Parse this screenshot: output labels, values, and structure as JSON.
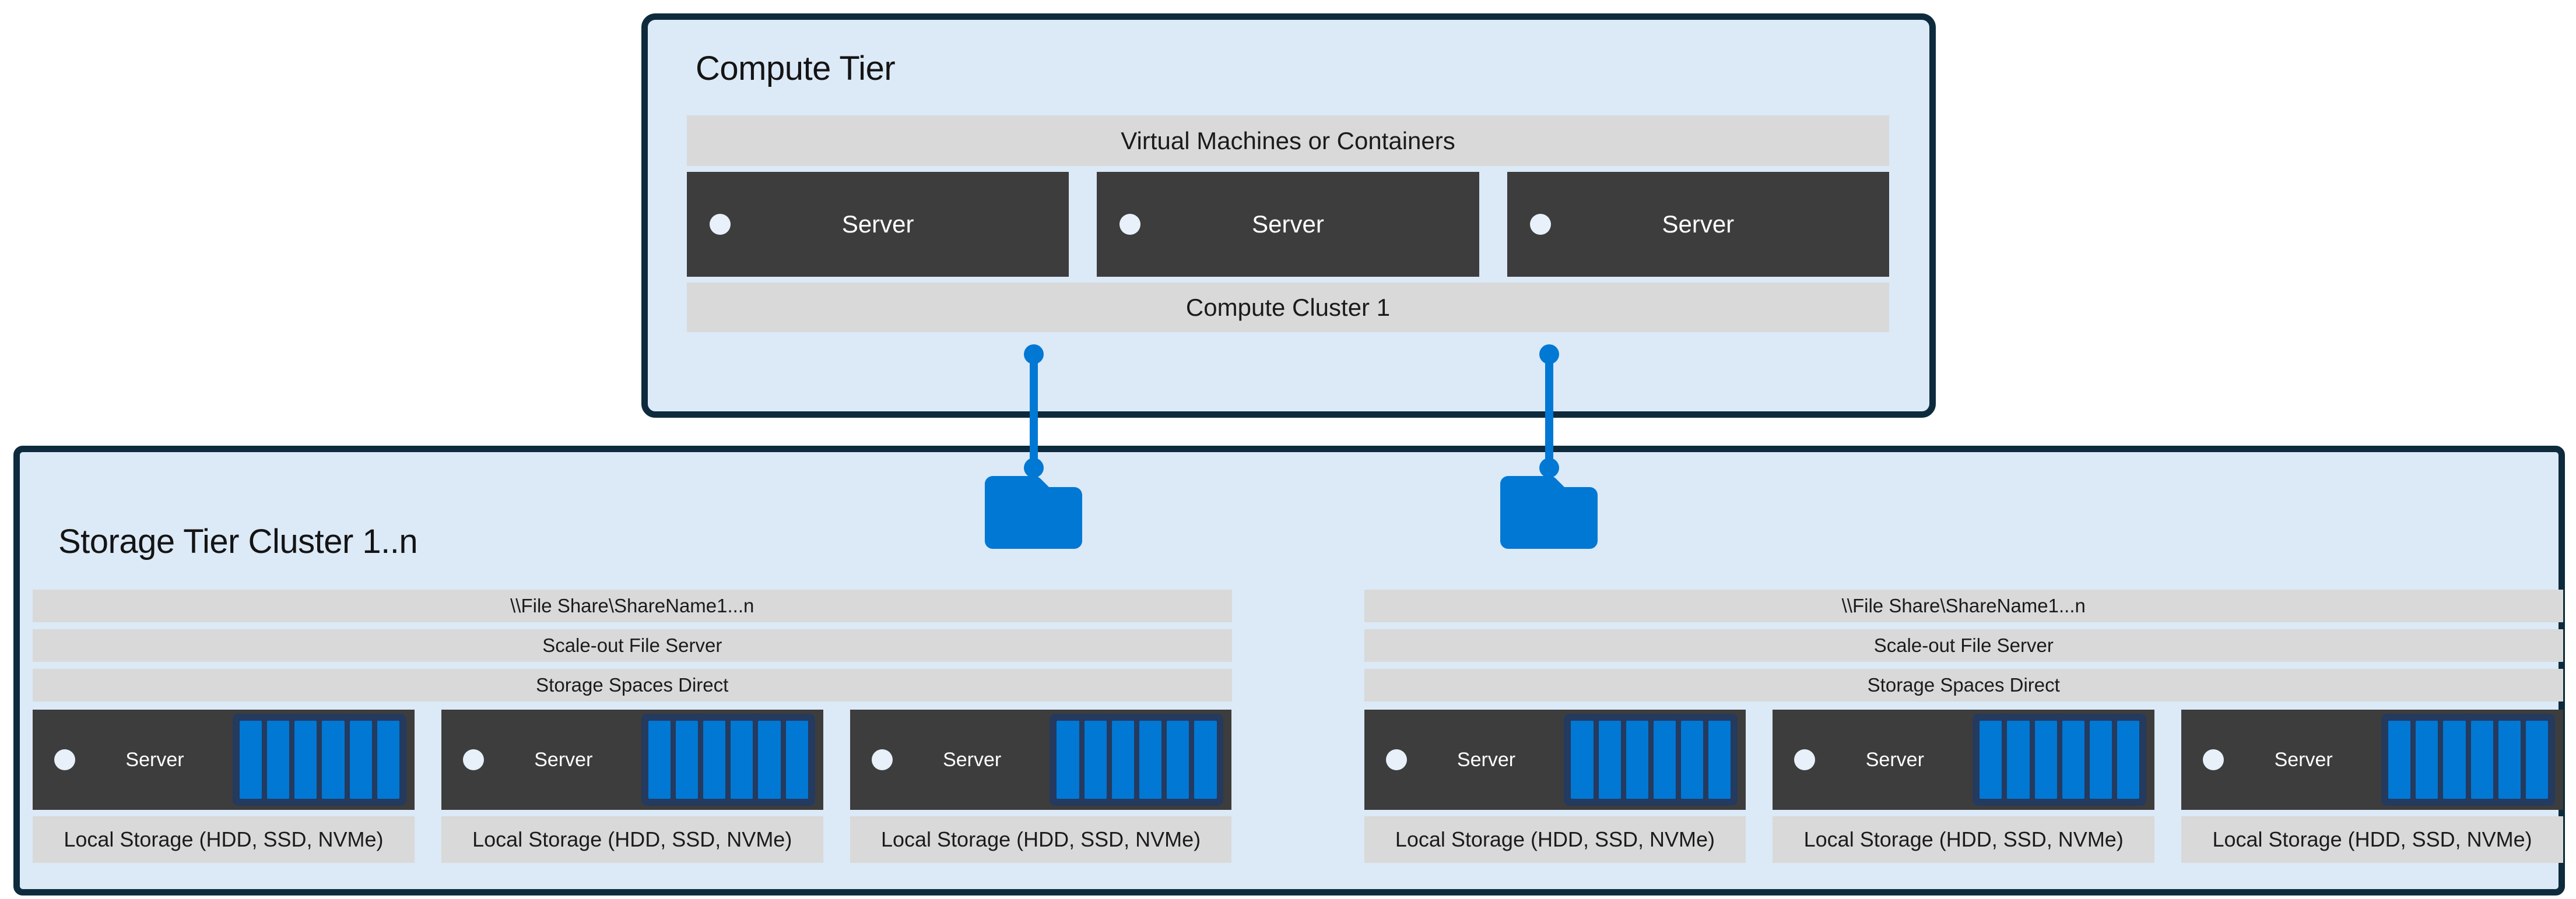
{
  "compute_tier": {
    "title": "Compute Tier",
    "vm_bar": "Virtual Machines or Containers",
    "servers": [
      "Server",
      "Server",
      "Server"
    ],
    "cluster_bar": "Compute Cluster 1"
  },
  "storage_tier": {
    "title": "Storage Tier Cluster 1..n",
    "clusters": [
      {
        "file_share": "\\\\File Share\\ShareName1...n",
        "sofs": "Scale-out File Server",
        "s2d": "Storage Spaces Direct",
        "servers": [
          "Server",
          "Server",
          "Server"
        ],
        "local_storage": [
          "Local Storage (HDD, SSD, NVMe)",
          "Local Storage (HDD, SSD, NVMe)",
          "Local Storage (HDD, SSD, NVMe)"
        ]
      },
      {
        "file_share": "\\\\File Share\\ShareName1...n",
        "sofs": "Scale-out File Server",
        "s2d": "Storage Spaces Direct",
        "servers": [
          "Server",
          "Server",
          "Server"
        ],
        "local_storage": [
          "Local Storage (HDD, SSD, NVMe)",
          "Local Storage (HDD, SSD, NVMe)",
          "Local Storage (HDD, SSD, NVMe)"
        ]
      }
    ]
  },
  "icons": {
    "folder": "folder-icon",
    "status_dot": "status-dot-icon",
    "disk_array": "disk-array-icon"
  },
  "colors": {
    "accent_blue": "#0078D4",
    "disk_frame_navy": "#243A5E",
    "tier_fill": "#DCE9F7",
    "tier_border": "#0D2B3C",
    "bar_gray": "#D9D9D9",
    "server_dark": "#3D3D3D"
  }
}
